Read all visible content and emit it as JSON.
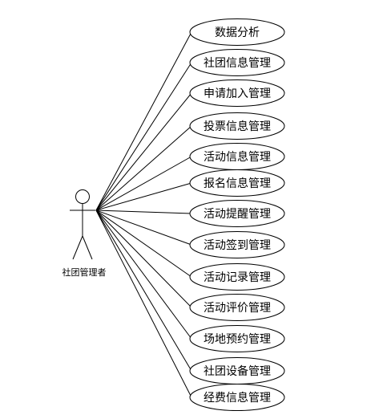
{
  "actor": {
    "label": "社团管理者"
  },
  "use_cases": [
    {
      "label": "数据分析"
    },
    {
      "label": "社团信息管理"
    },
    {
      "label": "申请加入管理"
    },
    {
      "label": "投票信息管理"
    },
    {
      "label": "活动信息管理"
    },
    {
      "label": "报名信息管理"
    },
    {
      "label": "活动提醒管理"
    },
    {
      "label": "活动签到管理"
    },
    {
      "label": "活动记录管理"
    },
    {
      "label": "活动评价管理"
    },
    {
      "label": "场地预约管理"
    },
    {
      "label": "社团设备管理"
    },
    {
      "label": "经费信息管理"
    }
  ],
  "colors": {
    "stroke": "#000000",
    "background": "#ffffff"
  }
}
